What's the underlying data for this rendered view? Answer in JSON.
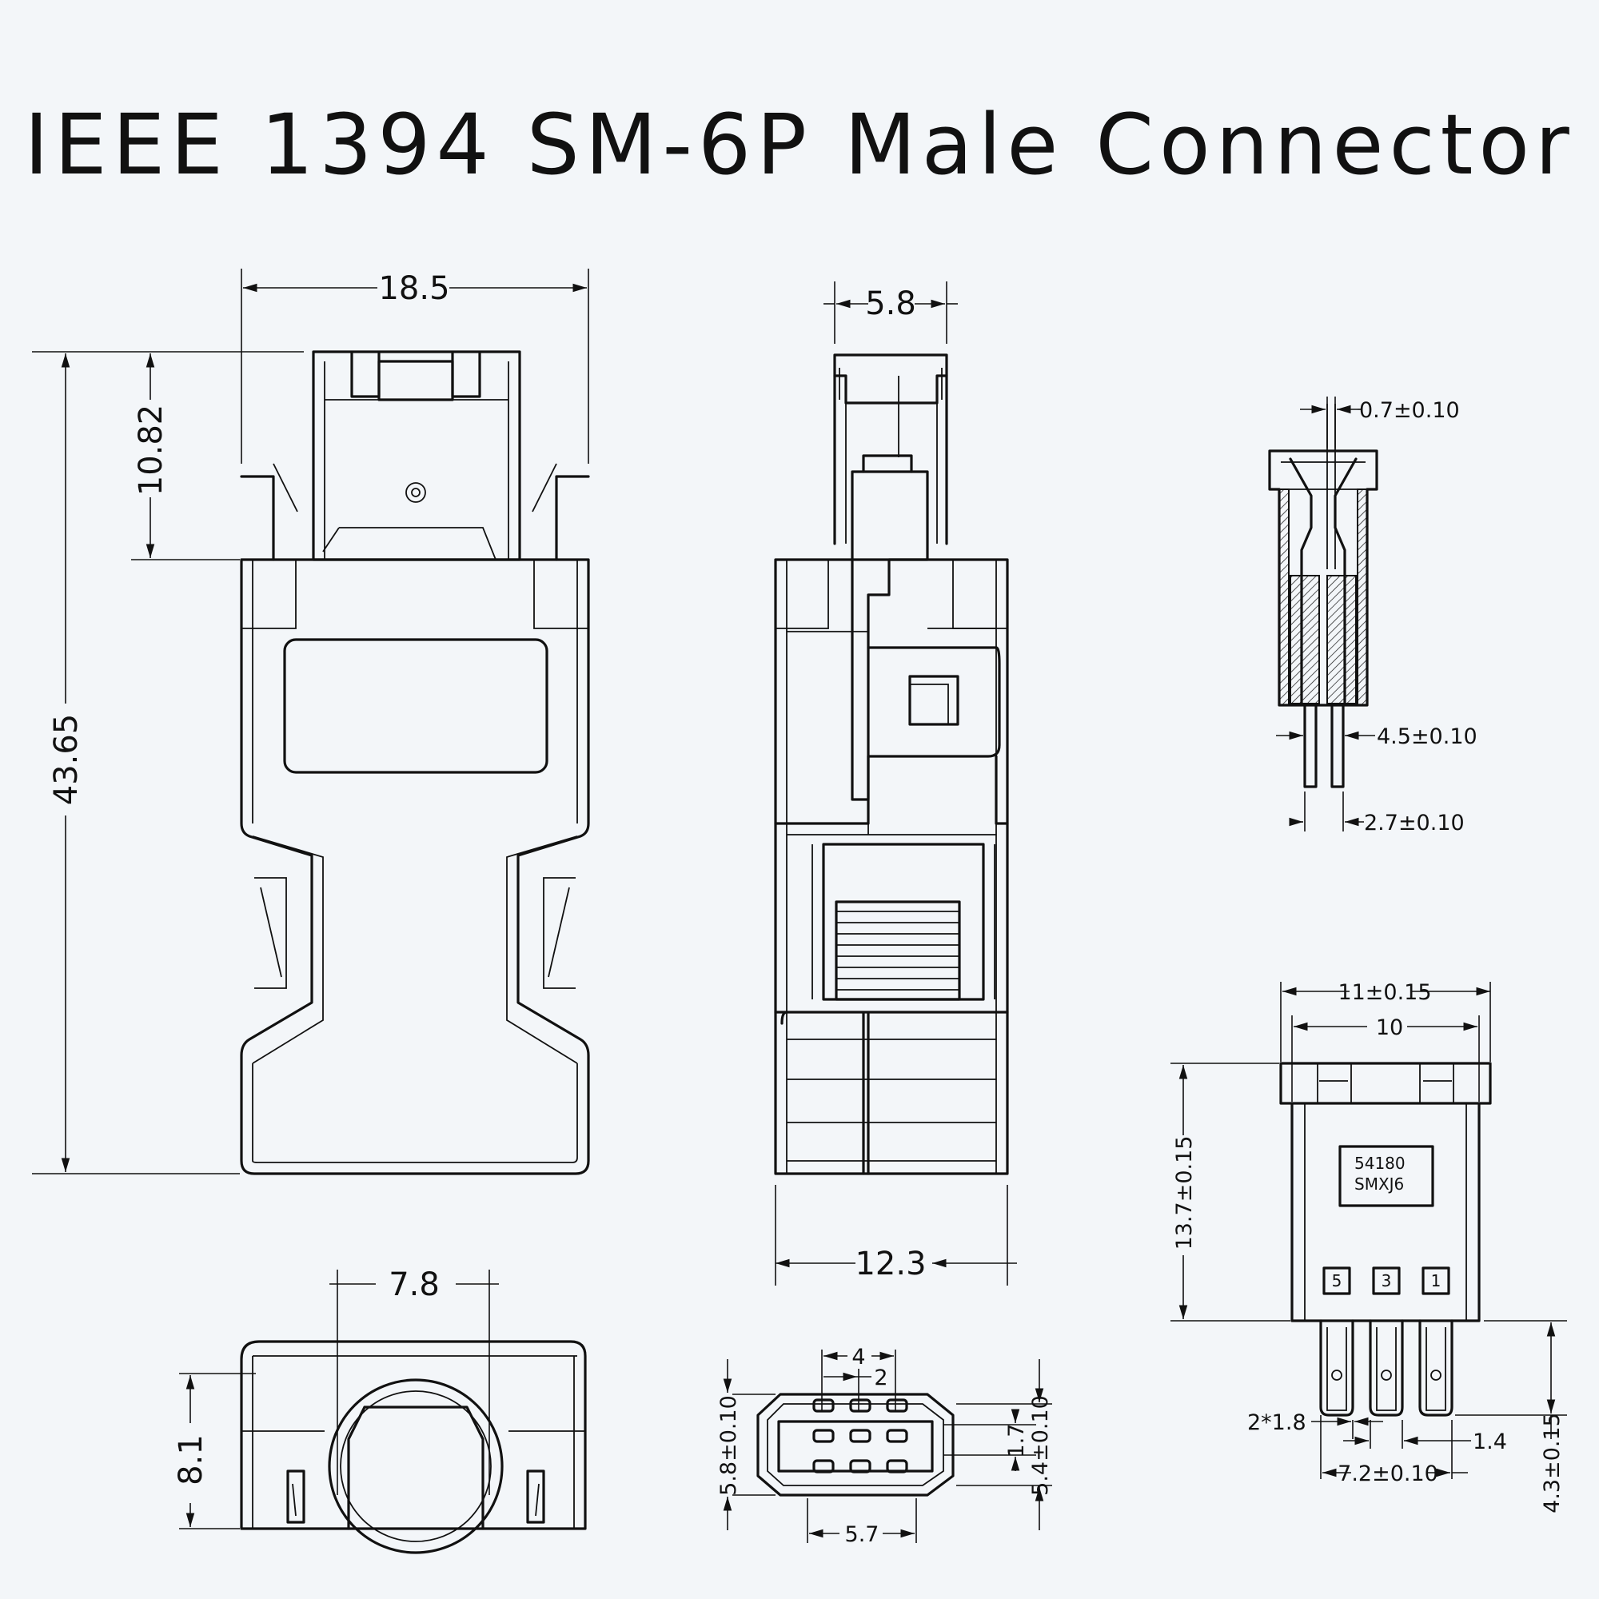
{
  "title": "IEEE 1394 SM-6P Male Connector",
  "dimensions": {
    "front_width": "18.5",
    "top_height": "10.82",
    "total_height": "43.65",
    "side_top_width": "5.8",
    "side_width": "12.3",
    "contact_gap": "0.7±0.10",
    "contact_pitch": "4.5±0.10",
    "contact_tail": "2.7±0.10",
    "end_opening": "7.8",
    "end_height": "8.1",
    "pin_pitch_4": "4",
    "pin_pitch_2": "2",
    "pin_row": "1.7",
    "face_height_58": "5.8±0.10",
    "face_height_54": "5.4±0.10",
    "face_width": "5.7",
    "pcb_width_11": "11±0.15",
    "pcb_width_10": "10",
    "pcb_height": "13.7±0.15",
    "tab_width": "2*1.8",
    "tab_gap": "1.4",
    "tab_span": "7.2±0.10",
    "tab_length": "4.3±0.15"
  },
  "marking": {
    "line1": "54180",
    "line2": "SMXJ6"
  },
  "pin_labels": [
    "5",
    "3",
    "1"
  ]
}
